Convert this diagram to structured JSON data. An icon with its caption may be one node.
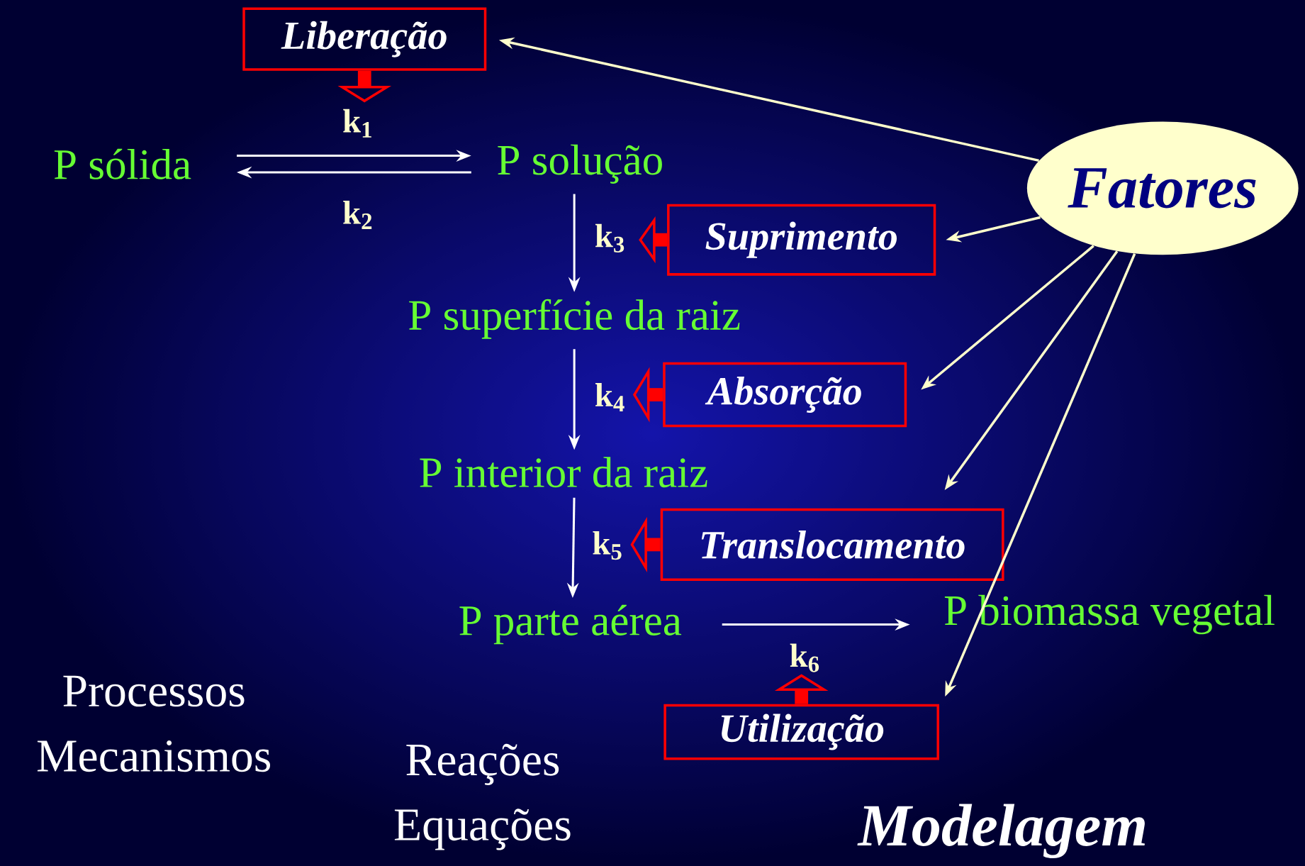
{
  "diagram": {
    "nodes": [
      {
        "text": [
          "Liberação"
        ]
      },
      {
        "text": [
          "P sólida"
        ]
      },
      {
        "text": [
          "P solução"
        ]
      },
      {
        "text": [
          "Suprimento"
        ]
      },
      {
        "text": [
          "P superfície da raiz"
        ]
      },
      {
        "text": [
          "Absorção"
        ]
      },
      {
        "text": [
          "P interior da raiz"
        ]
      },
      {
        "text": [
          "Translocamento"
        ]
      },
      {
        "text": [
          "P parte aérea"
        ]
      },
      {
        "text": [
          "P biomassa vegetal"
        ]
      },
      {
        "text": [
          "Utilização"
        ]
      },
      {
        "text": [
          "Fatores"
        ]
      }
    ],
    "edges": [
      {
        "from": 1,
        "to": 2,
        "arrow": "to",
        "label": "k$_{1}$"
      },
      {
        "from": 2,
        "to": 1,
        "arrow": "to",
        "label": "k$_{2}$"
      },
      {
        "from": 2,
        "to": 4,
        "arrow": "to",
        "label": "k$_{3}$"
      },
      {
        "from": 4,
        "to": 6,
        "arrow": "to",
        "label": "k$_{4}$"
      },
      {
        "from": 6,
        "to": 8,
        "arrow": "to",
        "label": "k$_{5}$"
      },
      {
        "from": 8,
        "to": 9,
        "arrow": "to",
        "label": "k$_{6}$"
      },
      {
        "from": 0,
        "to": null,
        "arrow": "to",
        "style": "thick",
        "color": "#ff0000"
      },
      {
        "from": 3,
        "to": null,
        "arrow": "to",
        "style": "thick",
        "color": "#ff0000"
      },
      {
        "from": 5,
        "to": null,
        "arrow": "to",
        "style": "thick",
        "color": "#ff0000"
      },
      {
        "from": 7,
        "to": null,
        "arrow": "to",
        "style": "thick",
        "color": "#ff0000"
      },
      {
        "from": 10,
        "to": null,
        "arrow": "to",
        "style": "thick",
        "color": "#ff0000"
      },
      {
        "from": 11,
        "to": 0,
        "arrow": "to",
        "color": "#ffffcc"
      },
      {
        "from": 11,
        "to": 3,
        "arrow": "to",
        "color": "#ffffcc"
      },
      {
        "from": 11,
        "to": 5,
        "arrow": "to",
        "color": "#ffffcc"
      },
      {
        "from": 11,
        "to": 7,
        "arrow": "to",
        "color": "#ffffcc"
      },
      {
        "from": 11,
        "to": 10,
        "arrow": "to",
        "color": "#ffffcc"
      }
    ],
    "labels": [
      "Processos",
      "Mecanismos",
      "Reações",
      "Equações",
      "Modelagem"
    ]
  }
}
